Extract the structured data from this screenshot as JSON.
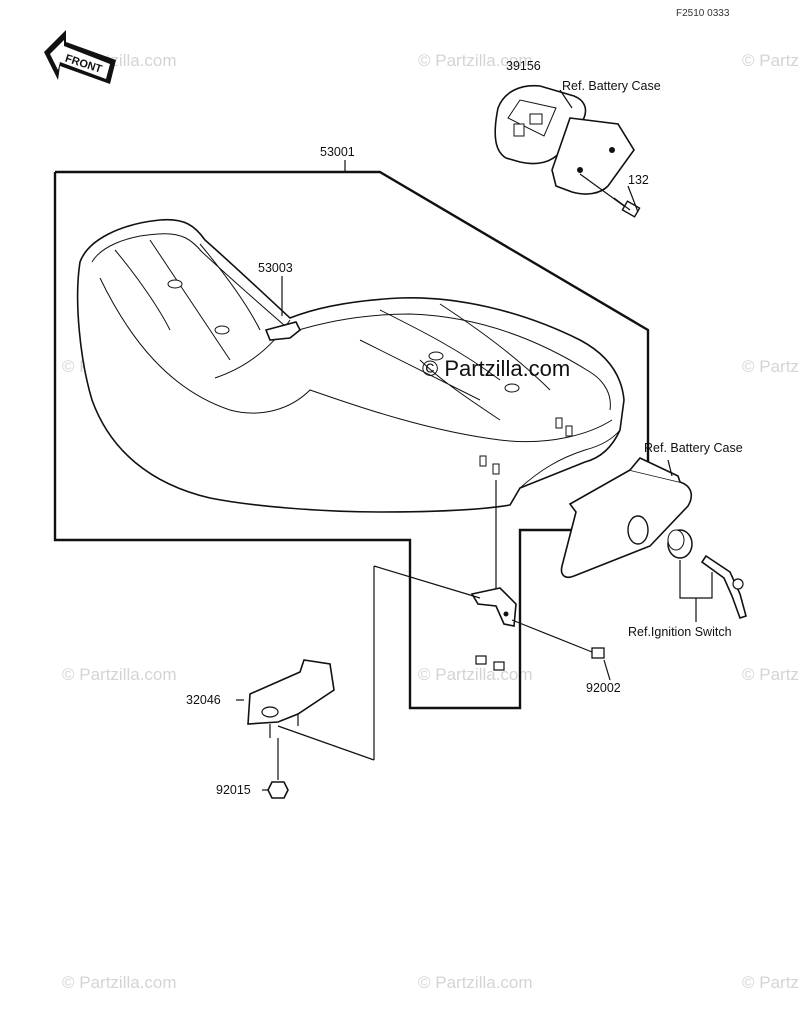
{
  "figure_code": "F2510 0333",
  "front_arrow_label": "FRONT",
  "watermark": "© Partzilla.com",
  "watermark_center": "© Partzilla.com",
  "parts": {
    "seat": "53001",
    "emblem": "53003",
    "holder": "39156",
    "ref_battery_case_top": "Ref. Battery Case",
    "bolt_132": "132",
    "ref_battery_case_right": "Ref. Battery Case",
    "ref_ignition_switch": "Ref.Ignition Switch",
    "bolt_92002": "92002",
    "bracket": "32046",
    "nut": "92015"
  }
}
